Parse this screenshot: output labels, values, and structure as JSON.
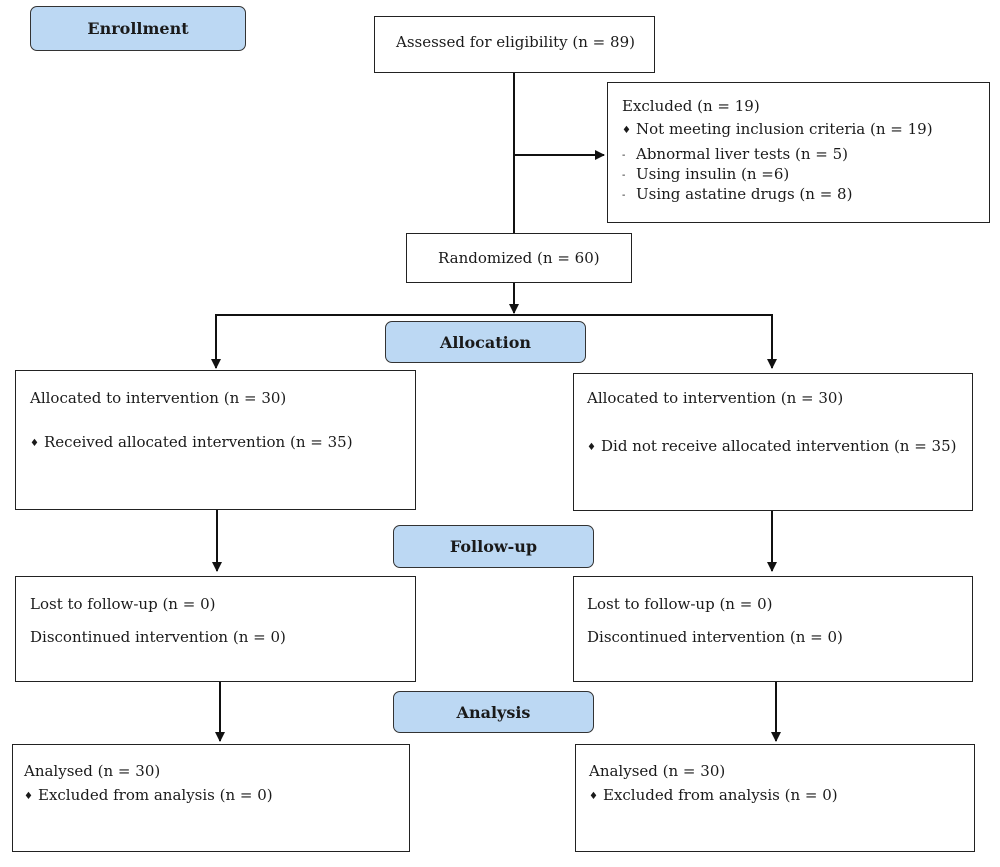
{
  "stages": {
    "enrollment": "Enrollment",
    "allocation": "Allocation",
    "follow_up": "Follow-up",
    "analysis": "Analysis"
  },
  "eligibility": {
    "text": "Assessed for eligibility (n = 89)"
  },
  "excluded": {
    "title": "Excluded (n = 19)",
    "main_item": "Not meeting inclusion criteria (n = 19)",
    "sub_items": [
      "Abnormal liver tests (n = 5)",
      "Using insulin (n =6)",
      "Using astatine drugs (n = 8)"
    ]
  },
  "randomized": {
    "text": "Randomized (n = 60)"
  },
  "allocation": {
    "left": {
      "title": "Allocated to intervention (n = 30)",
      "item": "Received allocated intervention (n = 35)"
    },
    "right": {
      "title": "Allocated to intervention (n = 30)",
      "item": "Did not receive allocated intervention (n = 35)"
    }
  },
  "follow_up": {
    "left": {
      "lost": "Lost to follow-up (n = 0)",
      "discontinued": "Discontinued intervention (n = 0)"
    },
    "right": {
      "lost": "Lost to follow-up (n = 0)",
      "discontinued": "Discontinued intervention (n = 0)"
    }
  },
  "analysis": {
    "left": {
      "analysed": "Analysed (n = 30)",
      "excluded": "Excluded from analysis (n = 0)"
    },
    "right": {
      "analysed": "Analysed (n = 30)",
      "excluded": "Excluded from analysis (n = 0)"
    }
  },
  "symbols": {
    "bullet": "♦",
    "dash": "-"
  }
}
